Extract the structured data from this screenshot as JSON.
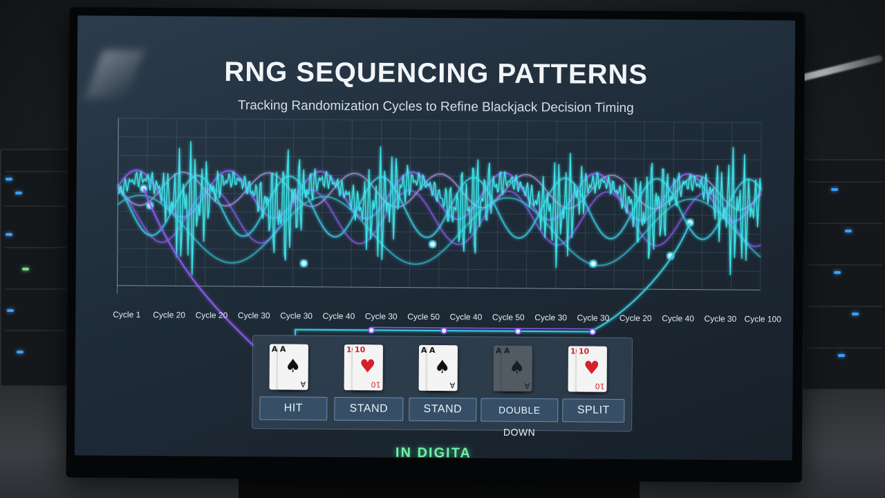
{
  "header": {
    "title": "RNG SEQUENCING PATTERNS",
    "subtitle": "Tracking Randomization Cycles to Refine Blackjack Decision Timing"
  },
  "chart_data": {
    "type": "line",
    "title": "RNG SEQUENCING PATTERNS",
    "subtitle": "Tracking Randomization Cycles to Refine Blackjack Decision Timing",
    "x_tick_labels": [
      "Cycle 1",
      "Cycle 20",
      "Cycle 20",
      "Cycle 30",
      "Cycle 30",
      "Cycle 40",
      "Cycle 30",
      "Cycle 50",
      "Cycle 40",
      "Cycle 50",
      "Cycle 30",
      "Cycle 30",
      "Cycle 20",
      "Cycle 40",
      "Cycle 30",
      "Cycle 100"
    ],
    "ylim": [
      0,
      1
    ],
    "grid": true,
    "peaks": [
      {
        "x": 0.11,
        "y": 0.9
      },
      {
        "x": 0.26,
        "y": 0.87
      },
      {
        "x": 0.41,
        "y": 0.84
      },
      {
        "x": 0.55,
        "y": 0.83
      },
      {
        "x": 0.69,
        "y": 0.83
      },
      {
        "x": 0.83,
        "y": 0.84
      },
      {
        "x": 0.96,
        "y": 0.88
      }
    ],
    "colors": {
      "signal": "#3fe6ec",
      "primary": "#39c9e0",
      "secondary": "#8a5cf0",
      "tertiary": "#b9a8f5"
    }
  },
  "actions": [
    {
      "label": "HIT",
      "cards": [
        {
          "rank": "A",
          "suit": "♠",
          "color": "black"
        },
        {
          "rank": "A",
          "suit": "♠",
          "color": "black"
        }
      ],
      "dim": false
    },
    {
      "label": "STAND",
      "cards": [
        {
          "rank": "10",
          "suit": "♥",
          "color": "red"
        },
        {
          "rank": "10",
          "suit": "♥",
          "color": "red"
        }
      ],
      "dim": false
    },
    {
      "label": "STAND",
      "cards": [
        {
          "rank": "A",
          "suit": "♠",
          "color": "black"
        },
        {
          "rank": "A",
          "suit": "♠",
          "color": "black"
        }
      ],
      "dim": false
    },
    {
      "label": "DOUBLE DOWN",
      "cards": [
        {
          "rank": "A",
          "suit": "♠",
          "color": "black"
        },
        {
          "rank": "A",
          "suit": "♠",
          "color": "black"
        }
      ],
      "dim": true
    },
    {
      "label": "SPLIT",
      "cards": [
        {
          "rank": "10",
          "suit": "♥",
          "color": "red"
        },
        {
          "rank": "10",
          "suit": "♥",
          "color": "red"
        }
      ],
      "dim": false
    }
  ],
  "brand": {
    "text": "IN DIGITA"
  }
}
